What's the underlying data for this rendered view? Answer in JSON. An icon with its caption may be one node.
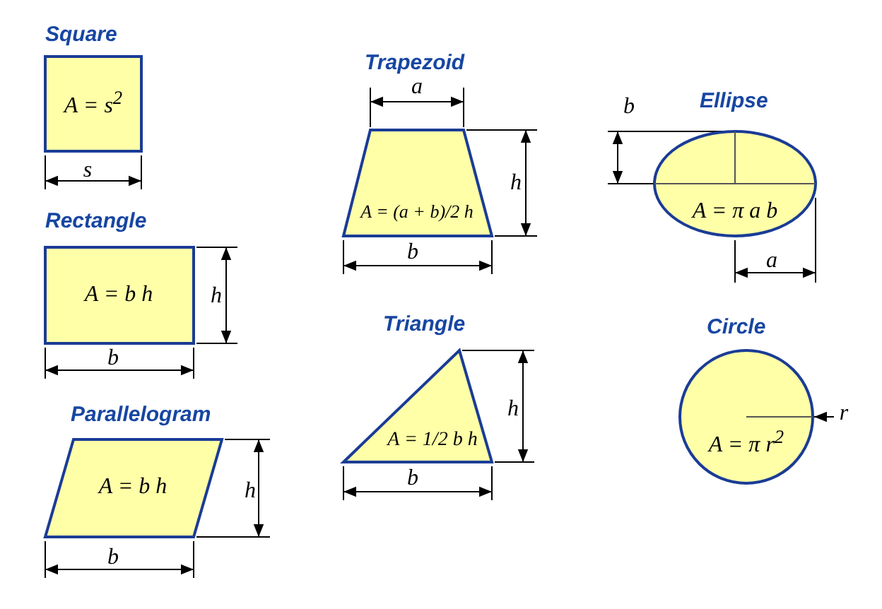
{
  "diagram": {
    "nodes": [
      {
        "text": [
          "Square",
          "A = s$^{2}$"
        ]
      },
      {
        "text": [
          "Trapezoid",
          "A = (a + b)/2 h"
        ]
      },
      {
        "text": [
          "Ellipse",
          "A = π a b"
        ]
      },
      {
        "text": [
          "Rectangle",
          "A = b h"
        ]
      },
      {
        "text": [
          "Triangle",
          "A = 1/2 b h"
        ]
      },
      {
        "text": [
          "Circle",
          "A = π r$^{2}$"
        ]
      },
      {
        "text": [
          "Parallelogram",
          "A = b h"
        ]
      }
    ],
    "edges": [],
    "labels": [
      "s",
      "a",
      "h",
      "b",
      "b",
      "a",
      "h",
      "b",
      "h",
      "b",
      "r",
      "h",
      "b"
    ]
  }
}
